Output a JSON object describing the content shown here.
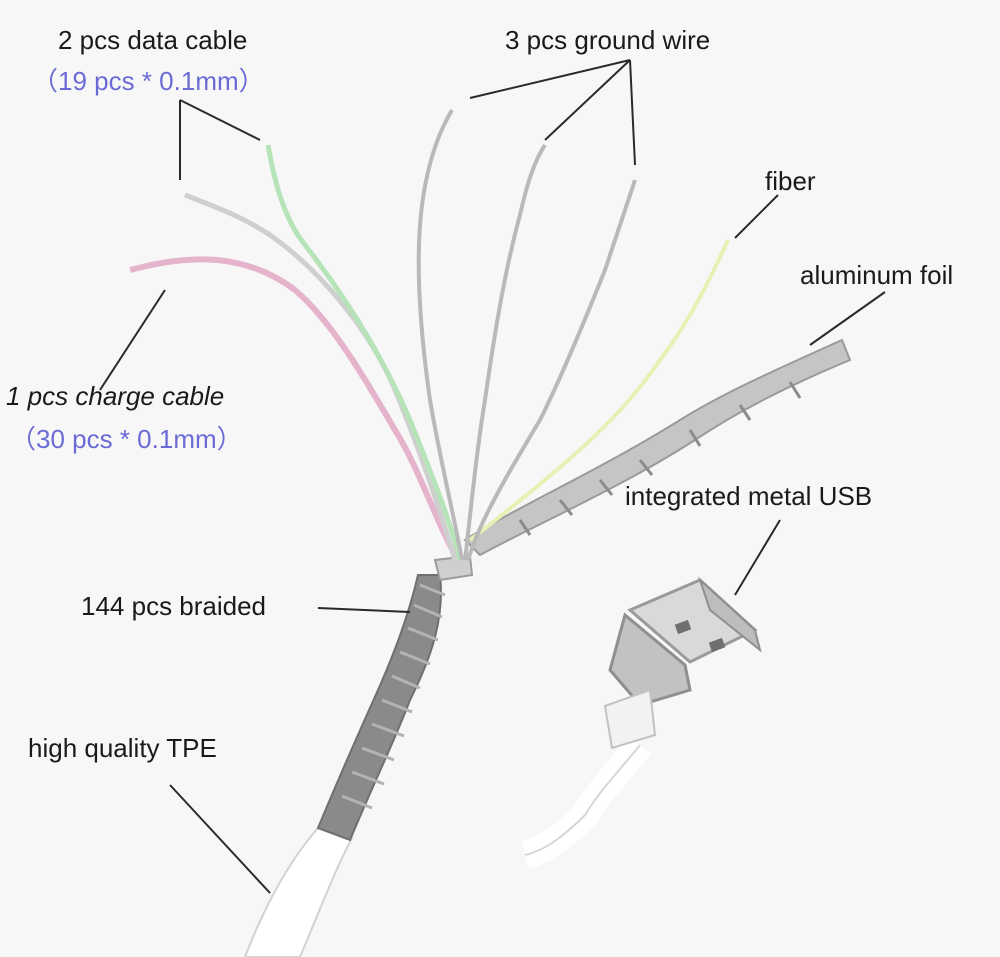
{
  "colors": {
    "background": "#f7f7f7",
    "label_text": "#1a1a1a",
    "spec_text": "#6b6bd6",
    "callout_line": "#2a2a2a",
    "pink_wire": "#e6b3cc",
    "green_wire": "#b6e3b8",
    "silver_wire": "#b9b9b9",
    "fiber": "#e7f0b5",
    "foil": "#bfbfbf",
    "braid": "#8a8a8a",
    "tpe_jacket": "#ffffff"
  },
  "labels": {
    "data_cable": "2 pcs data cable",
    "data_cable_spec": "（19 pcs * 0.1mm）",
    "ground_wire": "3 pcs ground wire",
    "fiber": "fiber",
    "aluminum_foil": "aluminum foil",
    "charge_cable": "1 pcs charge cable",
    "charge_cable_spec": "（30 pcs * 0.1mm）",
    "integrated_usb": "integrated metal USB",
    "braided": "144 pcs braided",
    "tpe": "high quality TPE"
  }
}
